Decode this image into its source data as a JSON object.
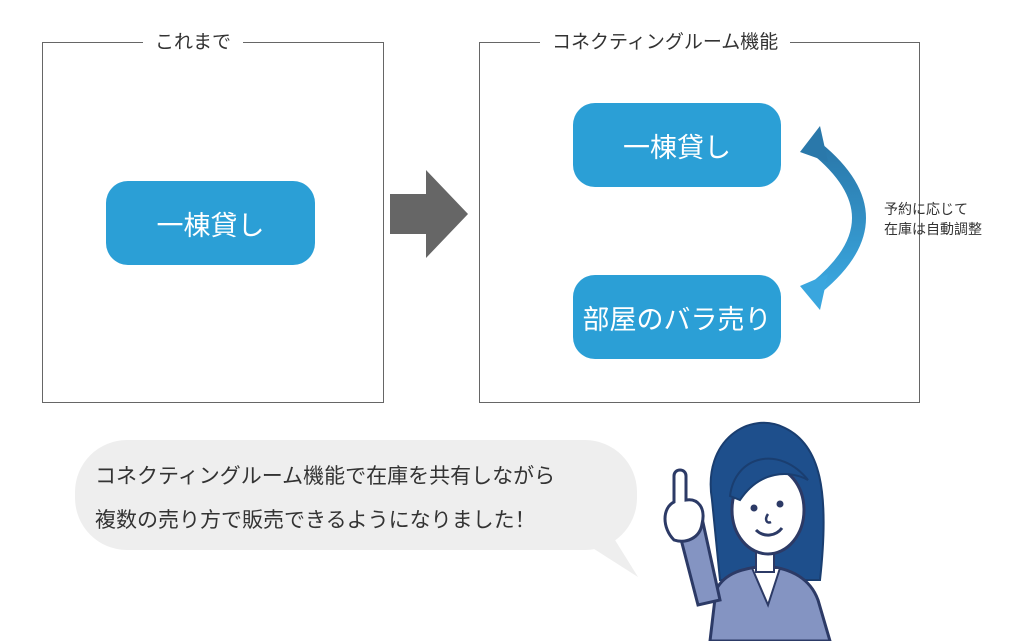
{
  "before_panel": {
    "title": "これまで",
    "box_label": "一棟貸し"
  },
  "after_panel": {
    "title": "コネクティングルーム機能",
    "top_box_label": "一棟貸し",
    "bottom_box_label": "部屋のバラ売り",
    "sync_note_line1": "予約に応じて",
    "sync_note_line2": "在庫は自動調整"
  },
  "speech_bubble": {
    "line1": "コネクティングルーム機能で在庫を共有しながら",
    "line2": "複数の売り方で販売できるようになりました！"
  },
  "colors": {
    "pill_blue": "#2b9fd6",
    "arrow_gray": "#666666",
    "bubble_gray": "#eeeeee",
    "person_navy": "#1e4f8c",
    "person_cardigan": "#8494c2"
  },
  "icons": {
    "transition_arrow": "arrow-right-icon",
    "sync_arrow": "curved-double-arrow-icon",
    "person": "woman-pointing-illustration"
  }
}
